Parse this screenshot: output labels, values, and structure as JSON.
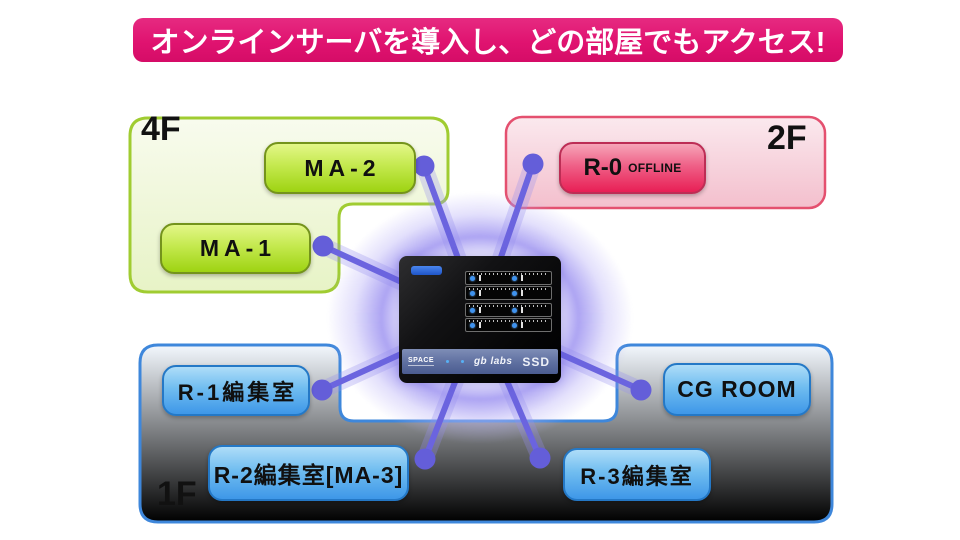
{
  "banner": {
    "text": "オンラインサーバを導入し、どの部屋でもアクセス!"
  },
  "floors": {
    "f4": {
      "label": "4F"
    },
    "f2": {
      "label": "2F"
    },
    "f1": {
      "label": "1F"
    }
  },
  "rooms": {
    "ma2": "MA-2",
    "ma1": "MA-1",
    "r0": "R-0",
    "r0_status": "OFFLINE",
    "r1": "R-1編集室",
    "r2": "R-2編集室[MA-3]",
    "r3": "R-3編集室",
    "cg": "CG ROOM"
  },
  "server": {
    "brand": "SPACE",
    "logo": "gb labs",
    "badge": "SSD"
  },
  "connections": [
    "server→MA-2",
    "server→MA-1",
    "server→R-0",
    "server→R-1編集室",
    "server→R-2編集室[MA-3]",
    "server→R-3編集室",
    "server→CG ROOM"
  ],
  "colors": {
    "banner": "#E01370",
    "floor4_border": "#A0CC31",
    "floor2_border": "#E4506F",
    "floor1_border": "#3E87DB",
    "link_line": "#6B64DF",
    "room_green": "#9ED312",
    "room_red": "#E81F55",
    "room_blue": "#3E97E8"
  }
}
